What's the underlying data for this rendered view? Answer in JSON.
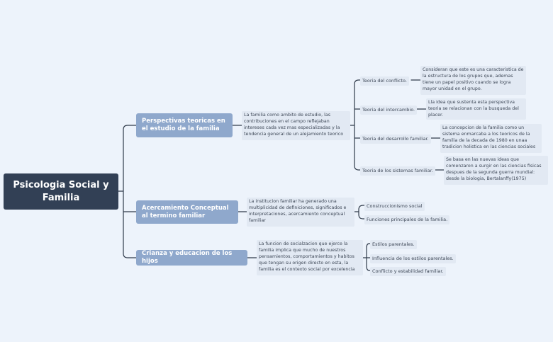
{
  "root": {
    "title": "Psicologia Social y Familia"
  },
  "branches": [
    {
      "title": "Perspectivas teoricas en el estudio de la familia",
      "description": "La familia como ambito de estudio, las contribuciones en el campo reflejaban intereses cada vez mas especializadas y la tendencia general de un alejamiento teorico",
      "children": [
        {
          "label": "Teoria del conflicto.",
          "detail": "Consideran que este es una caracteristica de la estructura de los grupos que, ademas tiene un papel positivo cuando se logra mayor unidad en el grupo."
        },
        {
          "label": "Teoria del intercambio.",
          "detail": "Lla idea que sustenta esta perspectiva teoria se relacionan con la busqueda del placer."
        },
        {
          "label": "Teoria del desarrollo familiar.",
          "detail": "La concepcion de la familia como un sistema enmarcaba a los teoricos de la familia de la decada de 1980 en unaa tradicion holistica en las ciencias sociales"
        },
        {
          "label": "Teoria de los sistemas familiar.",
          "detail": "Se basa en las nuevas ideas que comenzaron a surgir en las ciencias fisicas despues de la segunda guerra mundial: desde la biologia, Bertalanffy(1975)"
        }
      ]
    },
    {
      "title": "Acercamiento Conceptual al termino familiar",
      "description": "La institucion familiar ha generado una multiplicidad de definiciones, significados e interpretaciones, acercamiento conceptual familiar",
      "children": [
        {
          "label": "Construccionismo social"
        },
        {
          "label": "Funciones principales de la familia."
        }
      ]
    },
    {
      "title": "Crianza y educacion de los hijos",
      "description": "La funcion de socialzacion que ejerce la familia implica que mucho de nuestros pensamientos, comportamientos y habitos que tengan su origen directo en esta, la familia es el contexto social por excelencia",
      "children": [
        {
          "label": "Estilos parentales."
        },
        {
          "label": "Influencia de los estilos parentales."
        },
        {
          "label": "Conflicto y estabilidad familiar."
        }
      ]
    }
  ],
  "colors": {
    "root": "#324055",
    "branch": "#8fa8cc",
    "box": "#e2e9f3",
    "line": "#2f3a4a",
    "background": "#edf3fb"
  }
}
